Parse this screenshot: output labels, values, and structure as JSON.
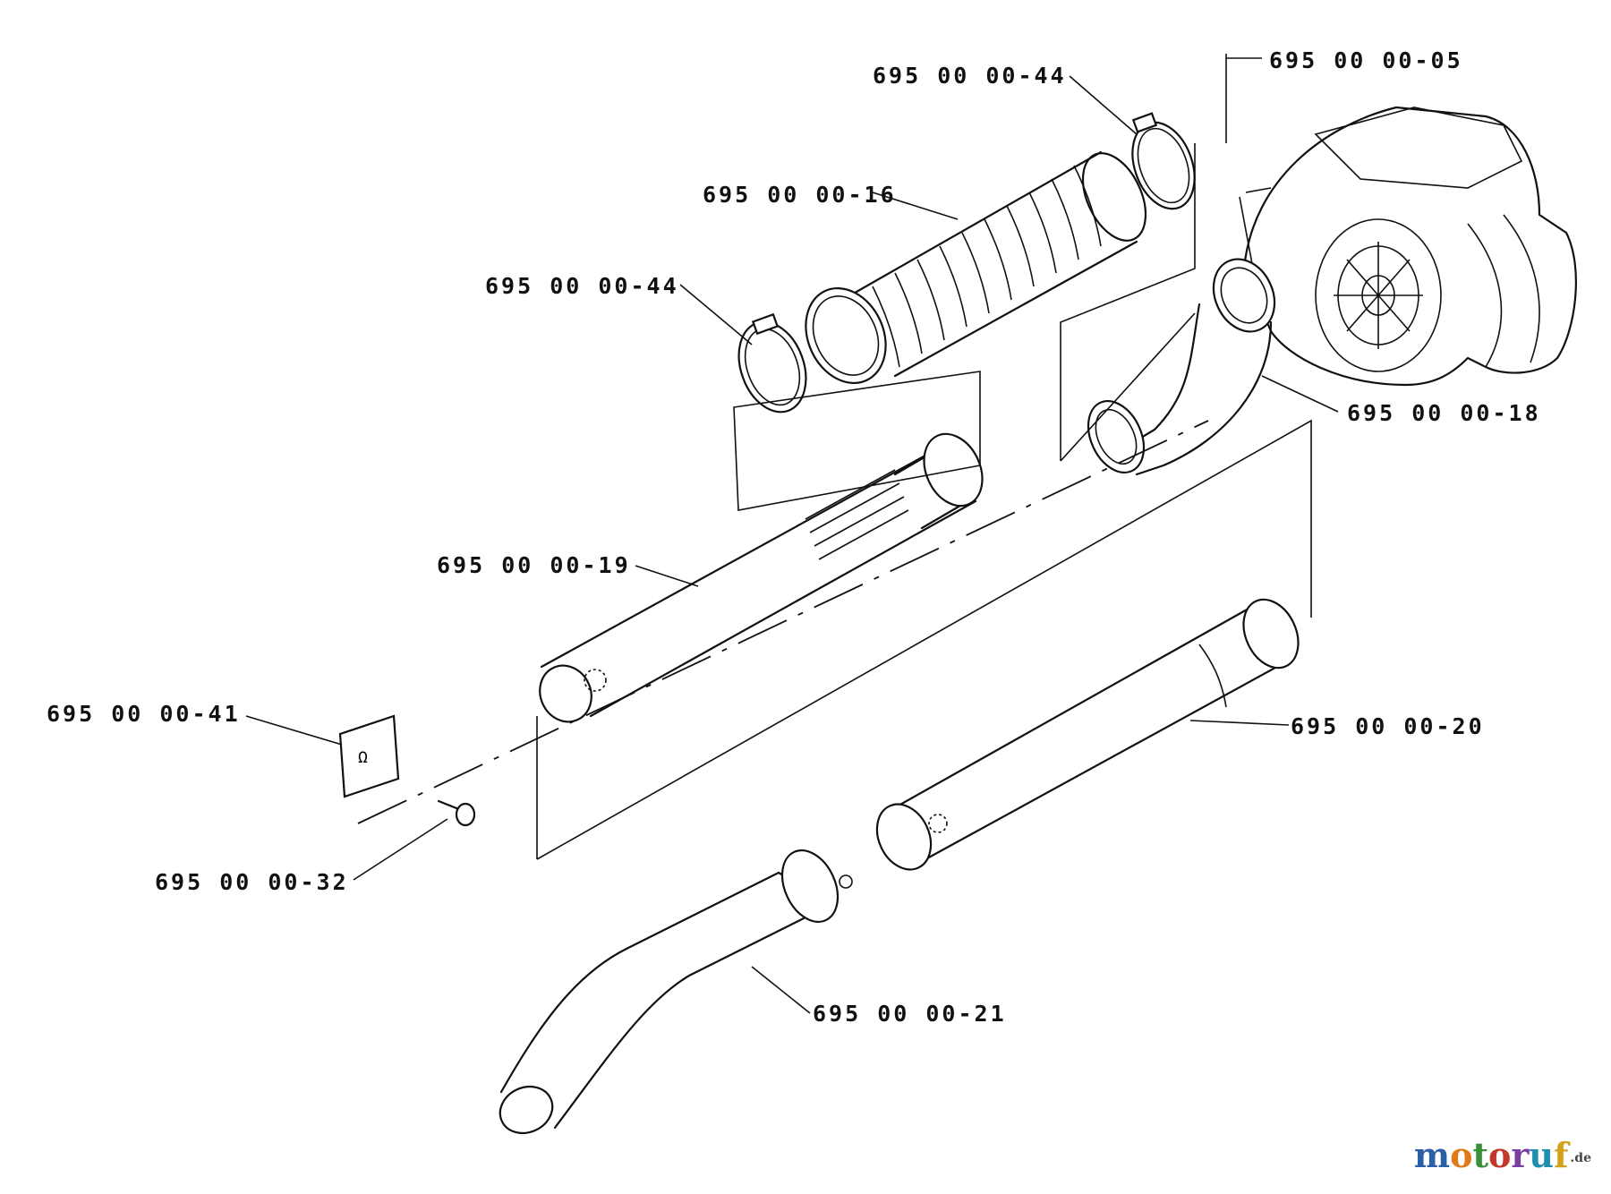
{
  "diagram": {
    "labels": [
      {
        "id": "clamp-top",
        "text": "695 00 00-44"
      },
      {
        "id": "housing",
        "text": "695 00 00-05"
      },
      {
        "id": "bellows",
        "text": "695 00 00-16"
      },
      {
        "id": "clamp-bottom",
        "text": "695 00 00-44"
      },
      {
        "id": "elbow",
        "text": "695 00 00-18"
      },
      {
        "id": "pipe-handle",
        "text": "695 00 00-19"
      },
      {
        "id": "pipe-straight",
        "text": "695 00 00-20"
      },
      {
        "id": "plate",
        "text": "695 00 00-41"
      },
      {
        "id": "screw",
        "text": "695 00 00-32"
      },
      {
        "id": "nozzle-bent",
        "text": "695 00 00-21"
      }
    ]
  },
  "watermark": {
    "letters": [
      "m",
      "o",
      "t",
      "o",
      "r",
      "u",
      "f"
    ],
    "colors": [
      "#2b5fa8",
      "#e07b1a",
      "#3a8f3a",
      "#c0392b",
      "#7a3fa0",
      "#1f8fb0",
      "#d4a017"
    ],
    "suffix": ".de"
  }
}
